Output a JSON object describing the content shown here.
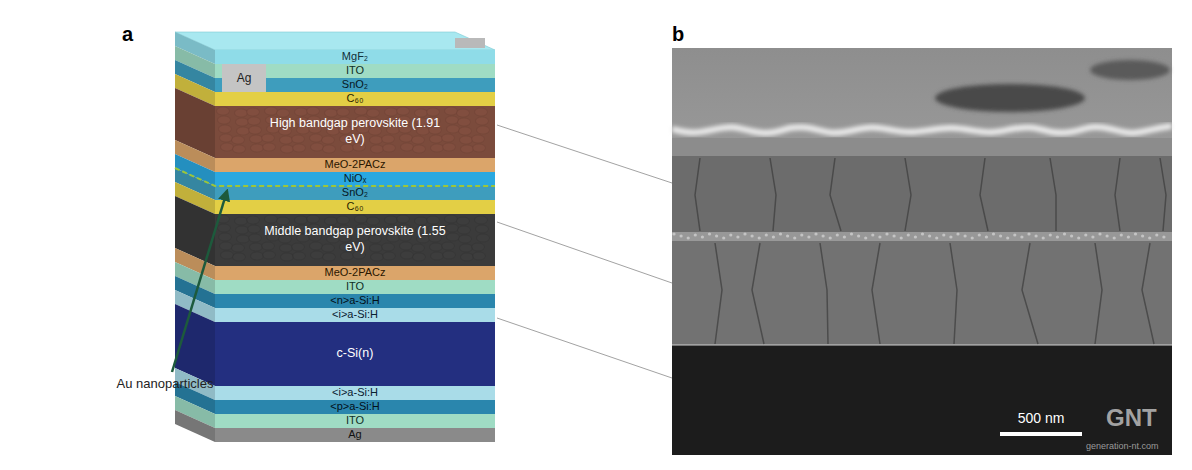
{
  "diagram": {
    "nodes": [
      {
        "text": [
          "MgF₂"
        ]
      },
      {
        "text": [
          "Ag"
        ]
      },
      {
        "text": [
          "ITO"
        ]
      },
      {
        "text": [
          "SnO₂"
        ]
      },
      {
        "text": [
          "C₆₀"
        ]
      },
      {
        "text": [
          "High bandgap perovskite (1.91 eV)"
        ]
      },
      {
        "text": [
          "MeO-2PACz"
        ]
      },
      {
        "text": [
          "NiOₓ"
        ]
      },
      {
        "text": [
          "SnO₂"
        ]
      },
      {
        "text": [
          "C₆₀"
        ]
      },
      {
        "text": [
          "Middle bandgap perovskite (1.55 eV)"
        ]
      },
      {
        "text": [
          "MeO-2PACz"
        ]
      },
      {
        "text": [
          "ITO"
        ]
      },
      {
        "text": [
          "<n>a-Si:H"
        ]
      },
      {
        "text": [
          "<i>a-Si:H"
        ]
      },
      {
        "text": [
          "c-Si(n)"
        ]
      },
      {
        "text": [
          "<i>a-Si:H"
        ]
      },
      {
        "text": [
          "<p>a-Si:H"
        ]
      },
      {
        "text": [
          "ITO"
        ]
      },
      {
        "text": [
          "Ag"
        ]
      }
    ],
    "labels": [
      "a",
      "b",
      "Au nanoparticles",
      "500 nm",
      "GNT",
      "generation-nt.com"
    ]
  }
}
